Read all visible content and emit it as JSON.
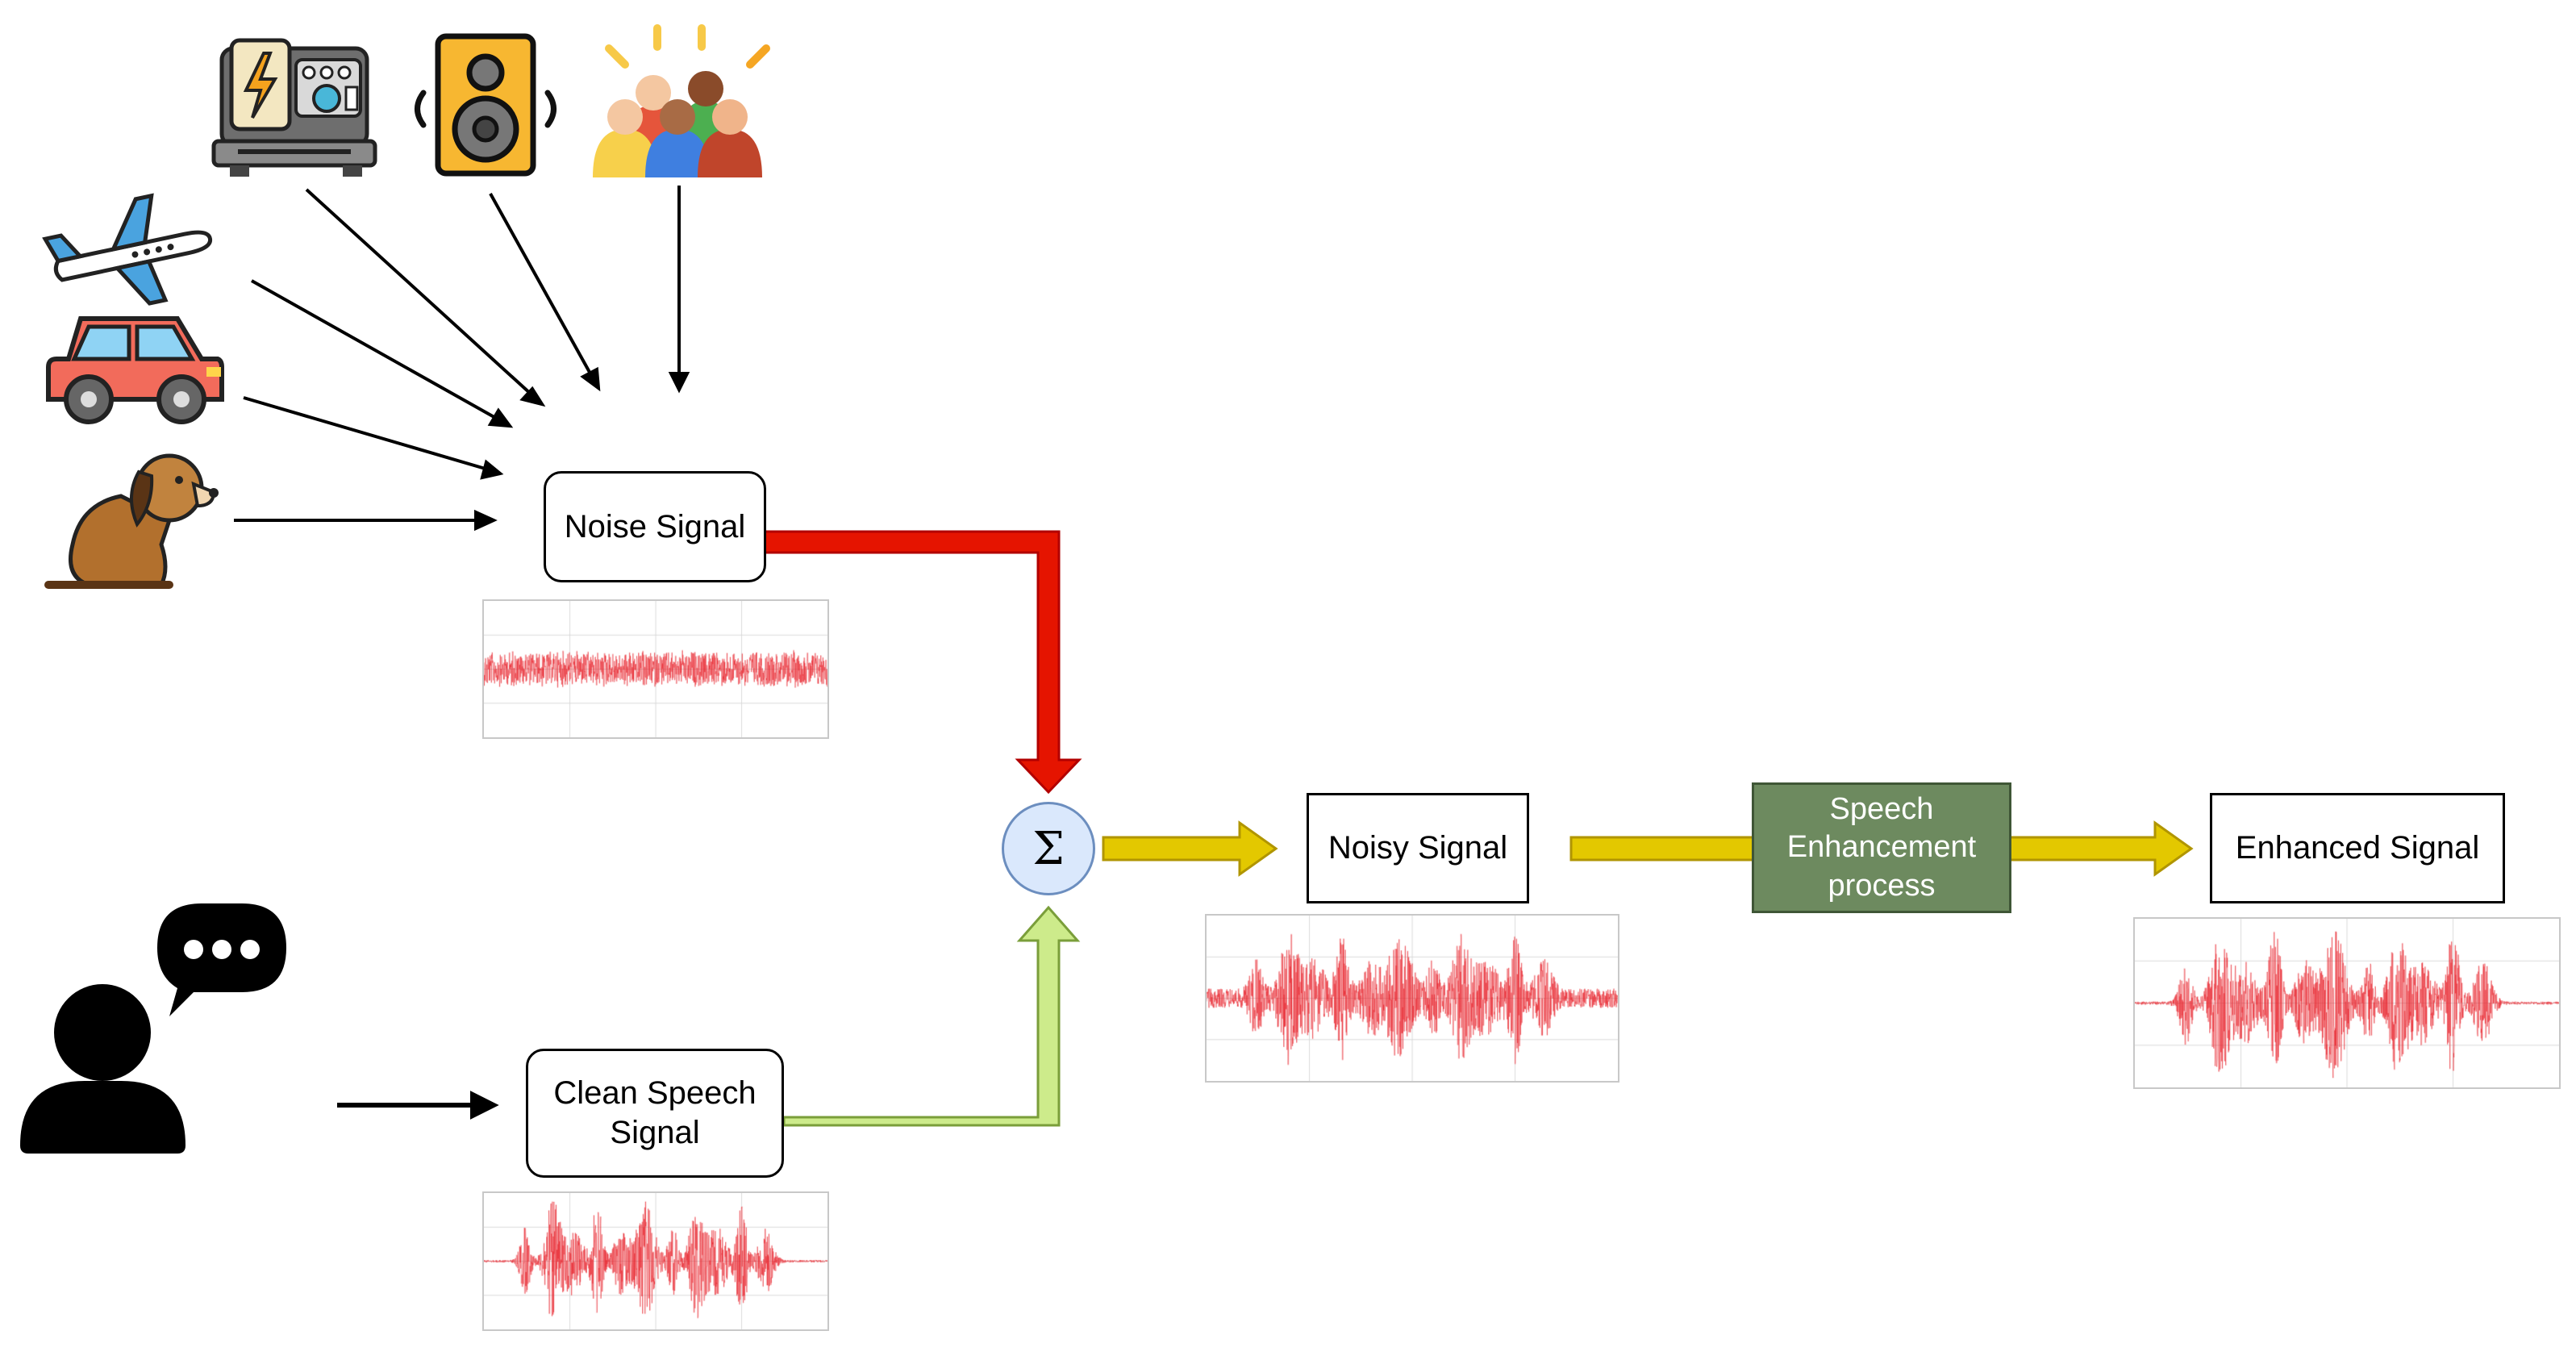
{
  "nodes": {
    "noise": "Noise Signal",
    "clean": "Clean Speech Signal",
    "noisy": "Noisy Signal",
    "process": "Speech Enhancement process",
    "enhanced": "Enhanced Signal",
    "sum": "Σ"
  },
  "icons": {
    "noise_sources": [
      "generator-icon",
      "speaker-icon",
      "crowd-icon",
      "airplane-icon",
      "car-icon",
      "dog-icon"
    ],
    "speaker": "talking-person-icon"
  },
  "colors": {
    "noise_arrow": "#e51400",
    "speech_arrow": "#cdeb8b",
    "flow_arrow": "#e3c800",
    "process_fill": "#6d8a5f",
    "sum_fill": "#dae8fc",
    "waveform": "#e8202a"
  },
  "waveforms": [
    {
      "name": "noise-waveform",
      "type": "noise",
      "amplitude": 0.55
    },
    {
      "name": "clean-speech-waveform",
      "type": "speech",
      "amplitude": 0.95
    },
    {
      "name": "noisy-waveform",
      "type": "noisy",
      "amplitude": 0.9
    },
    {
      "name": "enhanced-waveform",
      "type": "speech",
      "amplitude": 0.95
    }
  ]
}
